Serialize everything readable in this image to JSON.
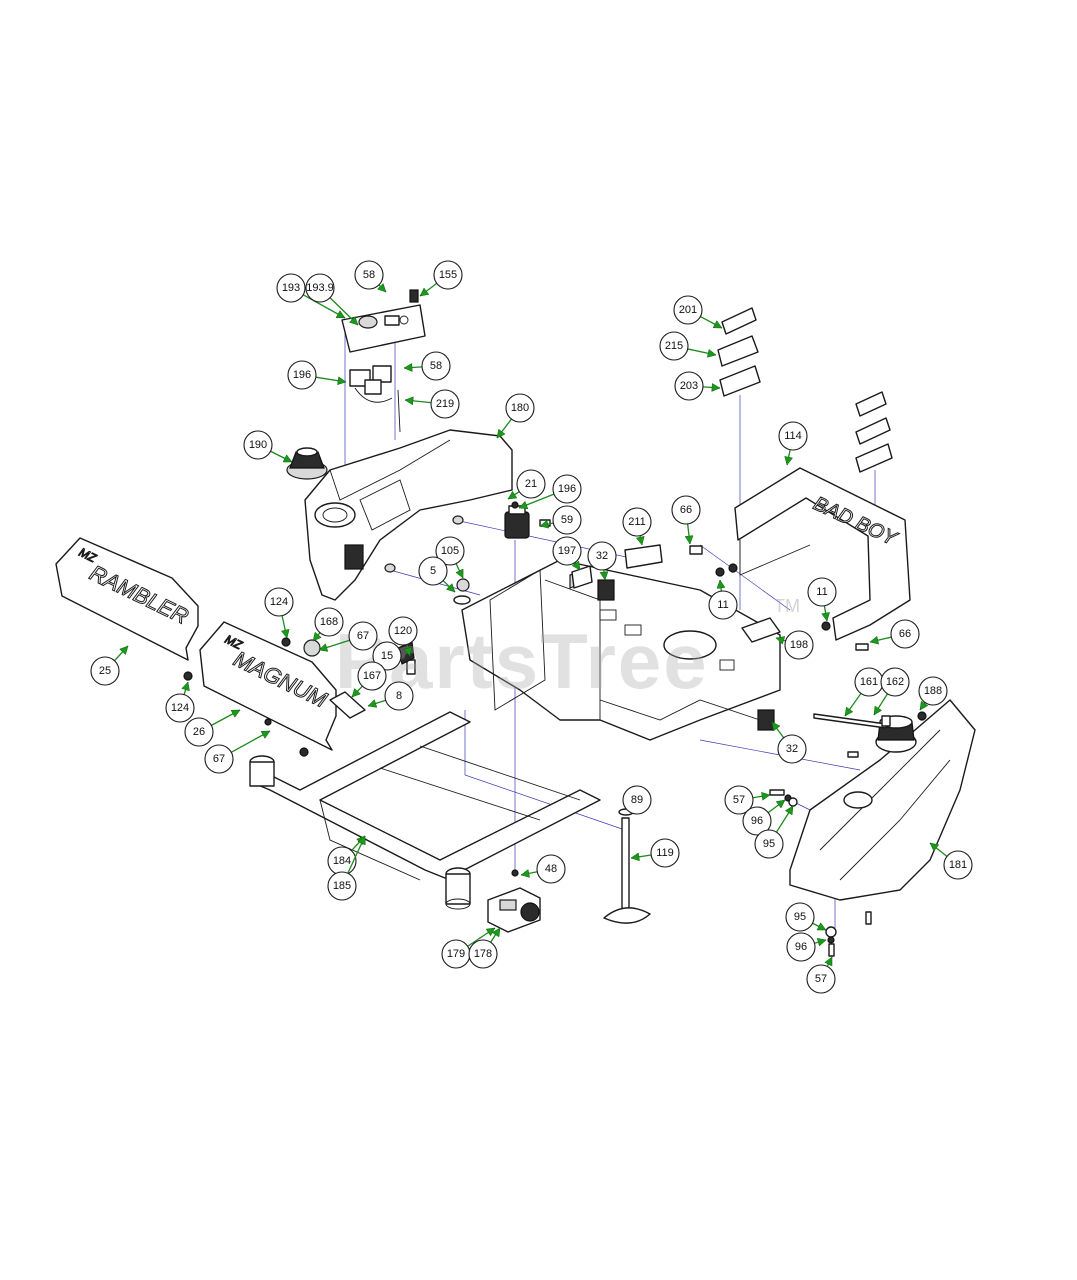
{
  "watermark": {
    "text": "PartsTree",
    "tm": "TM"
  },
  "decals": {
    "rambler": "RAMBLER",
    "rambler_prefix": "MZ",
    "magnum": "MAGNUM",
    "magnum_prefix": "MZ",
    "seat_brand": "BAD BOY"
  },
  "callouts": [
    {
      "label": "193"
    },
    {
      "label": "193.9"
    },
    {
      "label": "58"
    },
    {
      "label": "155"
    },
    {
      "label": "58"
    },
    {
      "label": "196"
    },
    {
      "label": "219"
    },
    {
      "label": "180"
    },
    {
      "label": "190"
    },
    {
      "label": "21"
    },
    {
      "label": "196"
    },
    {
      "label": "59"
    },
    {
      "label": "105"
    },
    {
      "label": "5"
    },
    {
      "label": "197"
    },
    {
      "label": "32"
    },
    {
      "label": "211"
    },
    {
      "label": "66"
    },
    {
      "label": "114"
    },
    {
      "label": "201"
    },
    {
      "label": "215"
    },
    {
      "label": "203"
    },
    {
      "label": "11"
    },
    {
      "label": "11"
    },
    {
      "label": "66"
    },
    {
      "label": "198"
    },
    {
      "label": "124"
    },
    {
      "label": "168"
    },
    {
      "label": "67"
    },
    {
      "label": "120"
    },
    {
      "label": "15"
    },
    {
      "label": "167"
    },
    {
      "label": "8"
    },
    {
      "label": "25"
    },
    {
      "label": "124"
    },
    {
      "label": "26"
    },
    {
      "label": "67"
    },
    {
      "label": "161"
    },
    {
      "label": "162"
    },
    {
      "label": "188"
    },
    {
      "label": "32"
    },
    {
      "label": "57"
    },
    {
      "label": "96"
    },
    {
      "label": "95"
    },
    {
      "label": "89"
    },
    {
      "label": "119"
    },
    {
      "label": "181"
    },
    {
      "label": "184"
    },
    {
      "label": "185"
    },
    {
      "label": "48"
    },
    {
      "label": "179"
    },
    {
      "label": "178"
    },
    {
      "label": "95"
    },
    {
      "label": "96"
    },
    {
      "label": "57"
    }
  ]
}
